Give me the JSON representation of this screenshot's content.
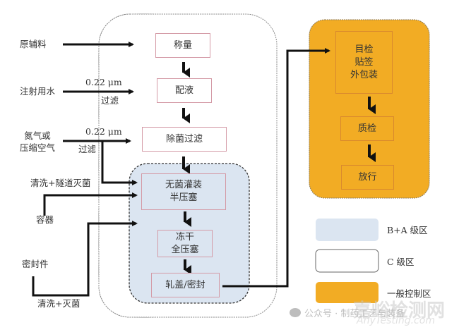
{
  "inputs": {
    "raw_materials": "原辅料",
    "wfi": "注射用水",
    "gas": "氮气或\n压缩空气",
    "wash_tunnel": "清洗+隧道灭菌",
    "container": "容器",
    "closure": "密封件",
    "wash_sterilize": "清洗+灭菌"
  },
  "filter_labels": {
    "wfi_size": "0.22 μm",
    "wfi_filter": "过滤",
    "gas_size": "0.22 μm",
    "gas_filter": "过滤"
  },
  "process_steps": {
    "weighing": "称量",
    "compounding": "配液",
    "sterile_filtration": "除菌过滤",
    "aseptic_filling": "无菌灌装\n半压塞",
    "freeze_drying": "冻干\n全压塞",
    "capping": "轧盖/密封",
    "inspection_labeling": "目检\n贴签\n外包装",
    "qc": "质检",
    "release": "放行"
  },
  "legend": [
    {
      "label": "B+A 级区",
      "color": "#dbe5f1"
    },
    {
      "label": "C 级区",
      "color": "#ffffff"
    },
    {
      "label": "一般控制区",
      "color": "#f2ac24"
    }
  ],
  "colors": {
    "grade_ba": "#dbe5f1",
    "general_area": "#f2ac24",
    "box_border": "#d49aa6",
    "arrow": "#111111"
  },
  "watermark": {
    "wechat": "公众号 · 制药工艺与装备",
    "site_cn": "嘉峪检测网",
    "site_en": "AnyTesting.com"
  }
}
